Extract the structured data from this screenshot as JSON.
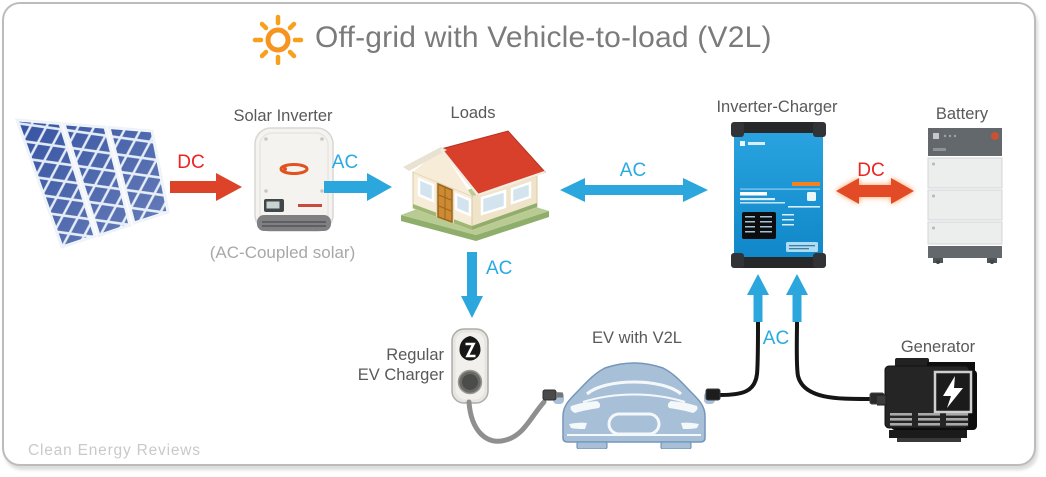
{
  "title": {
    "text": "Off-grid with Vehicle-to-load (V2L)"
  },
  "components": {
    "solar_panels": {
      "icon": "solar-panel-array"
    },
    "solar_inverter": {
      "label": "Solar Inverter",
      "sublabel": "(AC-Coupled solar)"
    },
    "loads": {
      "label": "Loads",
      "icon": "house"
    },
    "inverter_charger": {
      "label": "Inverter-Charger"
    },
    "battery": {
      "label": "Battery"
    },
    "ev_charger": {
      "label_line1": "Regular",
      "label_line2": "EV Charger",
      "icon": "wallbox-charger"
    },
    "ev": {
      "label": "EV with V2L",
      "icon": "electric-car-front"
    },
    "generator": {
      "label": "Generator",
      "icon": "generator-lightning"
    }
  },
  "flows": {
    "solar_to_inverter": "DC",
    "inverter_to_loads": "AC",
    "loads_inverter_charger": "AC",
    "inverter_charger_battery": "DC",
    "loads_to_ev_charger": "AC",
    "v2l_generator_to_inverter": "AC"
  },
  "watermark": "Clean Energy Reviews",
  "colors": {
    "ac_blue": "#2ba7de",
    "dc_red": "#dc4328",
    "dc_label_red": "#ee2420",
    "ac_label_blue": "#2aa9e2",
    "component_label_gray": "#595959",
    "title_gray": "#7b7b7b",
    "muted_gray": "#a8a8a8",
    "watermark_gray": "#c9c9c9"
  }
}
